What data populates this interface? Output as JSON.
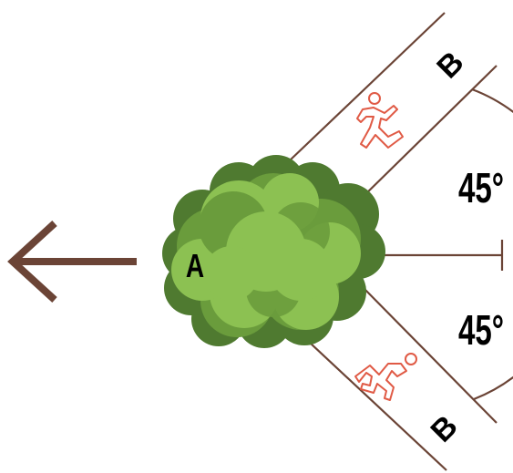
{
  "colors": {
    "road_line": "#6b4436",
    "arrow": "#6b4436",
    "arc": "#6b4436",
    "runner": "#e05a45",
    "tree_dark": "#4f7a30",
    "tree_mid": "#6a9c3c",
    "tree_light": "#8cc152",
    "label": "#000000"
  },
  "labels": {
    "tree": "A",
    "path_upper": "B",
    "path_lower": "B",
    "angle_upper": "45°",
    "angle_lower": "45°"
  },
  "icons": {
    "direction_arrow": "arrow-left-icon",
    "tree": "tree-icon",
    "runner_upper": "running-person-icon",
    "runner_lower": "running-person-icon"
  },
  "angles_deg": [
    45,
    45
  ]
}
